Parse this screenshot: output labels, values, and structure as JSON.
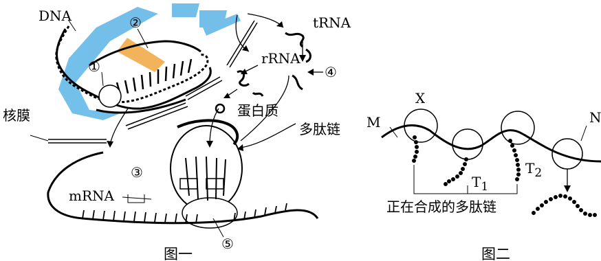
{
  "figure1": {
    "caption": "图一",
    "labels": {
      "dna": "DNA",
      "trna": "tRNA",
      "rrna": "rRNA",
      "nuclear_membrane": "核膜",
      "protein": "蛋白质",
      "polypeptide": "多肽链",
      "mrna": "mRNA",
      "mark1": "①",
      "mark2": "②",
      "mark3": "③",
      "mark4": "④",
      "mark5": "⑤"
    }
  },
  "figure2": {
    "caption": "图二",
    "labels": {
      "x": "X",
      "m": "M",
      "n": "N",
      "t1": "T",
      "t1_sub": "1",
      "t2": "T",
      "t2_sub": "2",
      "synth_chain": "正在合成的多肽链"
    }
  },
  "watermark": {
    "colors": {
      "blue": "#5bb5e6",
      "orange": "#f0a640"
    }
  }
}
